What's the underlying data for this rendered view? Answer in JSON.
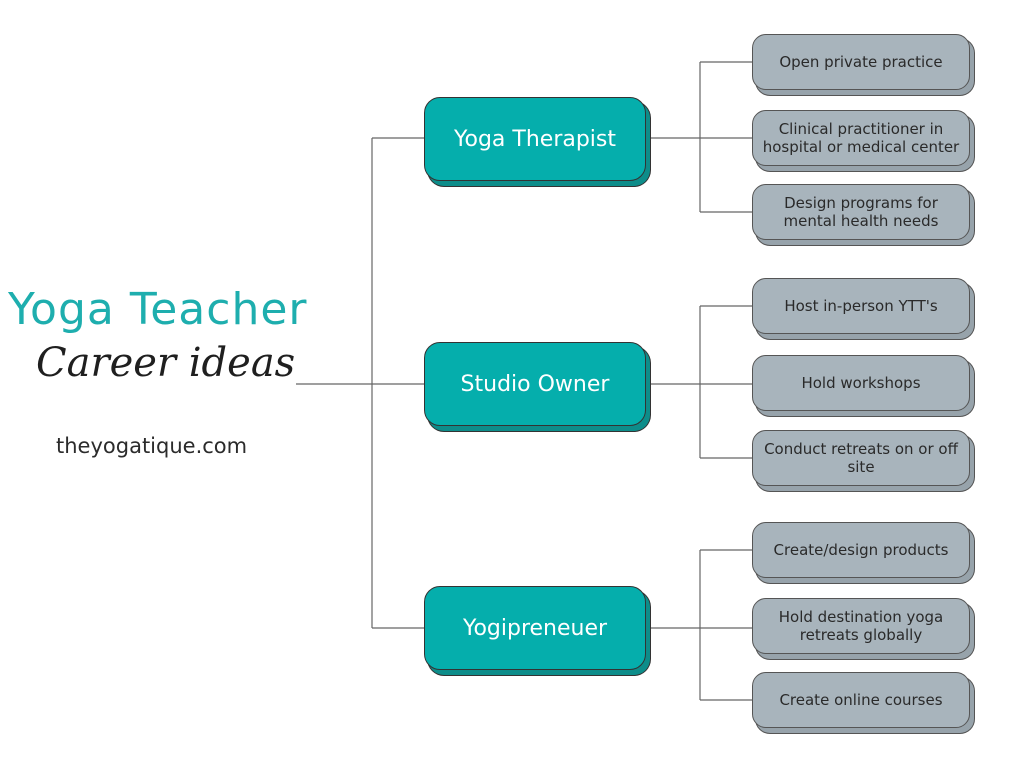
{
  "title": "Yoga Teacher",
  "subtitle": "Career ideas",
  "website": "theyogatique.com",
  "branches": [
    {
      "label": "Yoga Therapist",
      "items": [
        "Open private practice",
        "Clinical practitioner in hospital or medical center",
        "Design programs for mental health needs"
      ]
    },
    {
      "label": "Studio Owner",
      "items": [
        "Host in-person YTT's",
        "Hold workshops",
        "Conduct retreats on or off site"
      ]
    },
    {
      "label": "Yogipreneuer",
      "items": [
        "Create/design products",
        "Hold destination yoga retreats globally",
        "Create online courses"
      ]
    }
  ],
  "colors": {
    "title": "#1eaeae",
    "main_node": "#05aeac",
    "leaf": "#a8b4bc",
    "connector": "#666666"
  }
}
